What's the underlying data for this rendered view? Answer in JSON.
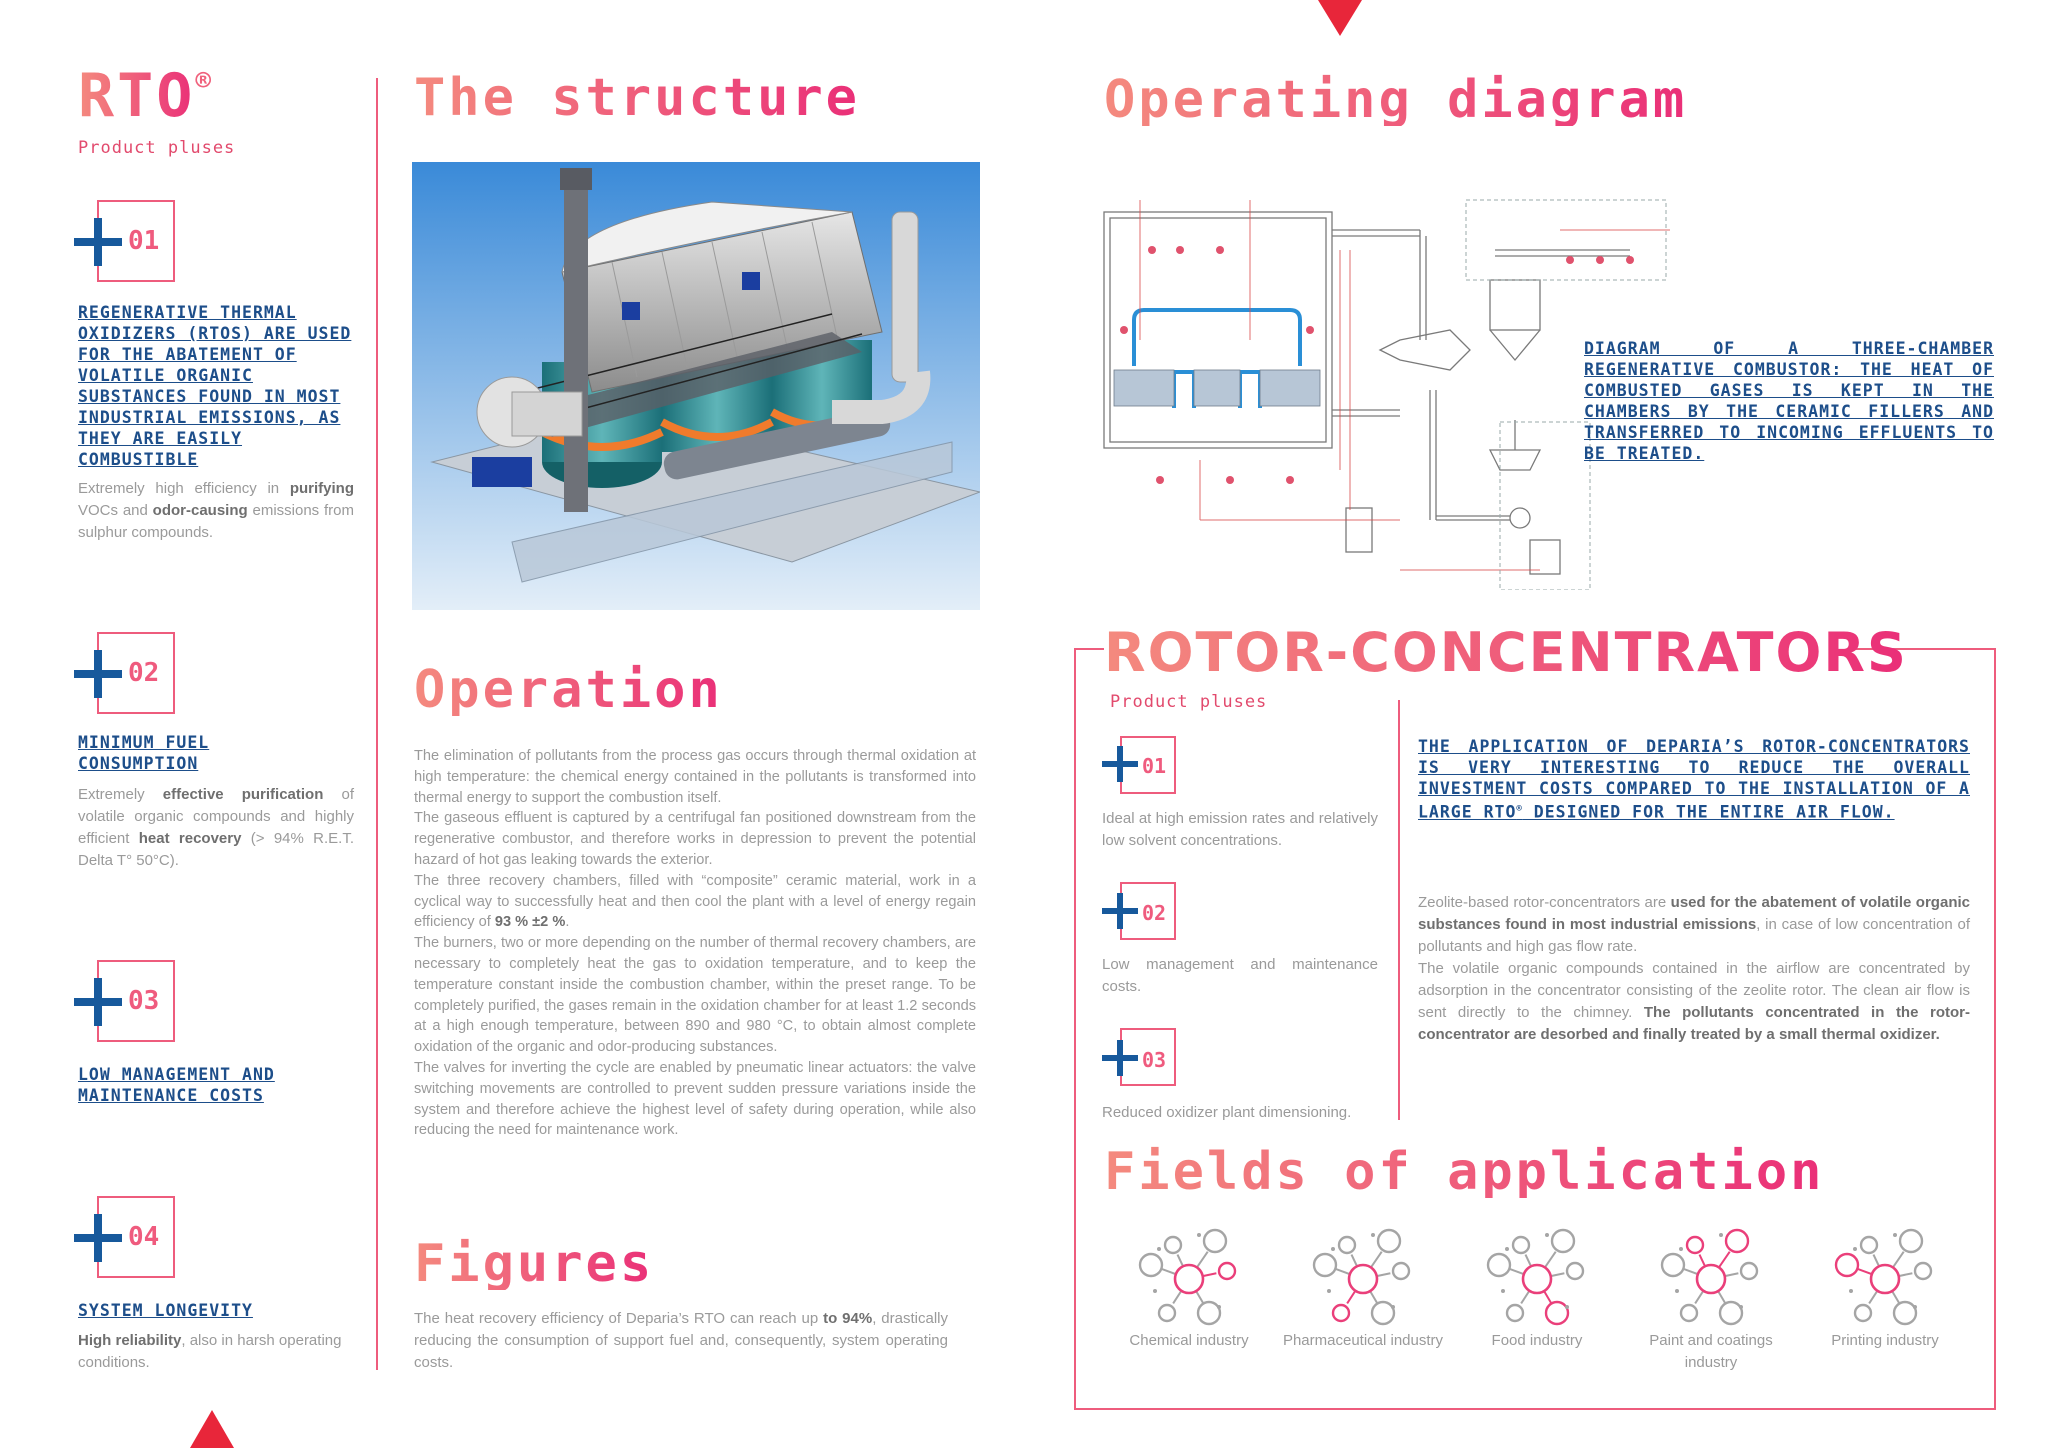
{
  "rto": {
    "title": "RTO",
    "reg": "®",
    "subtitle": "Product pluses",
    "items": [
      {
        "num": "01",
        "heading": "Regenerative thermal oxidizers (RTOs) are used for the abatement of volatile organic substances found in most industrial emissions, as they are easily combustible",
        "text_a": "Extremely high efficiency in ",
        "text_b": "purifying",
        "text_c": " VOCs and ",
        "text_d": "odor-causing",
        "text_e": " emissions from sulphur compounds."
      },
      {
        "num": "02",
        "heading": "Minimum fuel consumption",
        "text_a": "Extremely ",
        "text_b": "effective purification",
        "text_c": " of volatile organic compounds and highly efficient ",
        "text_d": "heat recovery",
        "text_e": " (> 94% R.E.T. Delta T° 50°C)."
      },
      {
        "num": "03",
        "heading": "Low management and maintenance costs"
      },
      {
        "num": "04",
        "heading": "System longevity",
        "text_a": "",
        "text_b": "High reliability",
        "text_c": ", also in harsh operating conditions."
      }
    ]
  },
  "structure": {
    "title": "The structure"
  },
  "operation": {
    "title": "Operation",
    "p1": "The elimination of pollutants from the process gas occurs through thermal oxidation at high temperature: the chemical energy contained in the pollutants is transformed into thermal energy to support the combustion itself.",
    "p2": "The gaseous effluent is captured by a centrifugal fan positioned downstream from the regenerative combustor, and therefore works in depression to prevent the potential hazard of hot gas leaking towards the exterior.",
    "p3a": "The three recovery chambers, filled with “composite” ceramic material, work in a cyclical way to successfully heat and then cool the plant with a level of energy regain efficiency of ",
    "p3b": "93 % ±2 %",
    "p3c": ".",
    "p4": "The burners, two or more depending on the number of thermal recovery chambers, are necessary to completely heat the gas to oxidation temperature, and to keep the temperature constant inside the combustion chamber, within the preset range. To be completely purified, the gases remain in the oxidation chamber for at least 1.2 seconds at a high enough temperature, between 890 and 980 °C, to obtain almost complete oxidation of the organic and odor-producing substances.",
    "p5": "The valves for inverting the cycle are enabled by pneumatic linear actuators: the valve switching movements are controlled to prevent sudden pressure variations inside the system and therefore achieve the highest level of safety during operation, while also reducing the need for maintenance work."
  },
  "figures": {
    "title": "Figures",
    "a": "The heat recovery efficiency of Deparia’s RTO can reach up ",
    "b": "to 94%",
    "c": ", drastically reducing the consumption of support fuel and, consequently, system operating costs."
  },
  "diagram": {
    "title": "Operating diagram",
    "caption": "Diagram of a three-chamber regenerative combustor: the heat of combusted gases is kept in the chambers by the ceramic fillers and transferred to incoming effluents to be treated."
  },
  "rotor": {
    "title": "ROTOR-CONCENTRATORS",
    "subtitle": "Product pluses",
    "items": [
      {
        "num": "01",
        "text": "Ideal at high emission rates and relatively low solvent concentrations."
      },
      {
        "num": "02",
        "text": "Low management and maintenance costs."
      },
      {
        "num": "03",
        "text": "Reduced oxidizer plant dimensioning."
      }
    ],
    "intro_a": "The application of Deparia’s rotor-concentrators is very interesting to reduce the overall investment costs compared to the installation of a large RTO",
    "intro_reg": "®",
    "intro_b": " designed for the entire air flow.",
    "body_a": "Zeolite-based rotor-concentrators are ",
    "body_b": "used for the abatement of volatile organic substances found in most industrial emissions",
    "body_c": ", in case of low concentration of pollutants and high gas flow rate.",
    "body_d": "The volatile organic compounds contained in the airflow are concentrated by adsorption in the concentrator consisting of the zeolite rotor. The clean air flow is sent directly to the chimney. ",
    "body_e": "The pollutants concentrated in the rotor-concentrator are desorbed and finally treated by a small thermal oxidizer."
  },
  "fields": {
    "title": "Fields of application",
    "items": [
      {
        "label": "Chemical industry",
        "icon": "molecule-icon"
      },
      {
        "label": "Pharmaceutical industry",
        "icon": "molecule-icon"
      },
      {
        "label": "Food industry",
        "icon": "molecule-icon"
      },
      {
        "label": "Paint and coatings industry",
        "icon": "molecule-icon"
      },
      {
        "label": "Printing industry",
        "icon": "molecule-icon"
      }
    ]
  },
  "colors": {
    "accent": "#ee5c7d",
    "blue": "#1d4e8a",
    "plus": "#17599c",
    "body": "#9a9a9a"
  }
}
